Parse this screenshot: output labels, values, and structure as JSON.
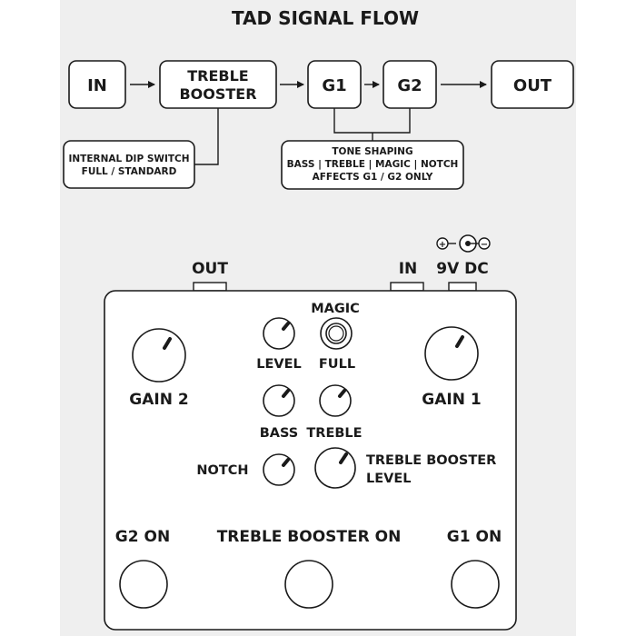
{
  "title": "TAD SIGNAL FLOW",
  "flow": {
    "in": "IN",
    "booster_line1": "TREBLE",
    "booster_line2": "BOOSTER",
    "g1": "G1",
    "g2": "G2",
    "out": "OUT",
    "dip_line1": "INTERNAL DIP SWITCH",
    "dip_line2": "FULL / STANDARD",
    "tone_line1": "TONE SHAPING",
    "tone_line2": "BASS | TREBLE | MAGIC | NOTCH",
    "tone_line3": "AFFECTS G1 / G2 ONLY"
  },
  "jacks": {
    "out": "OUT",
    "in": "IN",
    "power": "9V DC",
    "plus": "+",
    "minus": "−"
  },
  "controls": {
    "gain2": "GAIN 2",
    "gain1": "GAIN 1",
    "magic": "MAGIC",
    "level": "LEVEL",
    "full": "FULL",
    "bass": "BASS",
    "treble": "TREBLE",
    "notch": "NOTCH",
    "tb_level_line1": "TREBLE BOOSTER",
    "tb_level_line2": "LEVEL"
  },
  "footswitches": {
    "g2_on": "G2 ON",
    "tb_on": "TREBLE BOOSTER ON",
    "g1_on": "G1 ON"
  },
  "icons": {
    "arrow": "arrow-right-icon",
    "toggle": "toggle-switch-icon",
    "polarity": "dc-polarity-icon"
  }
}
